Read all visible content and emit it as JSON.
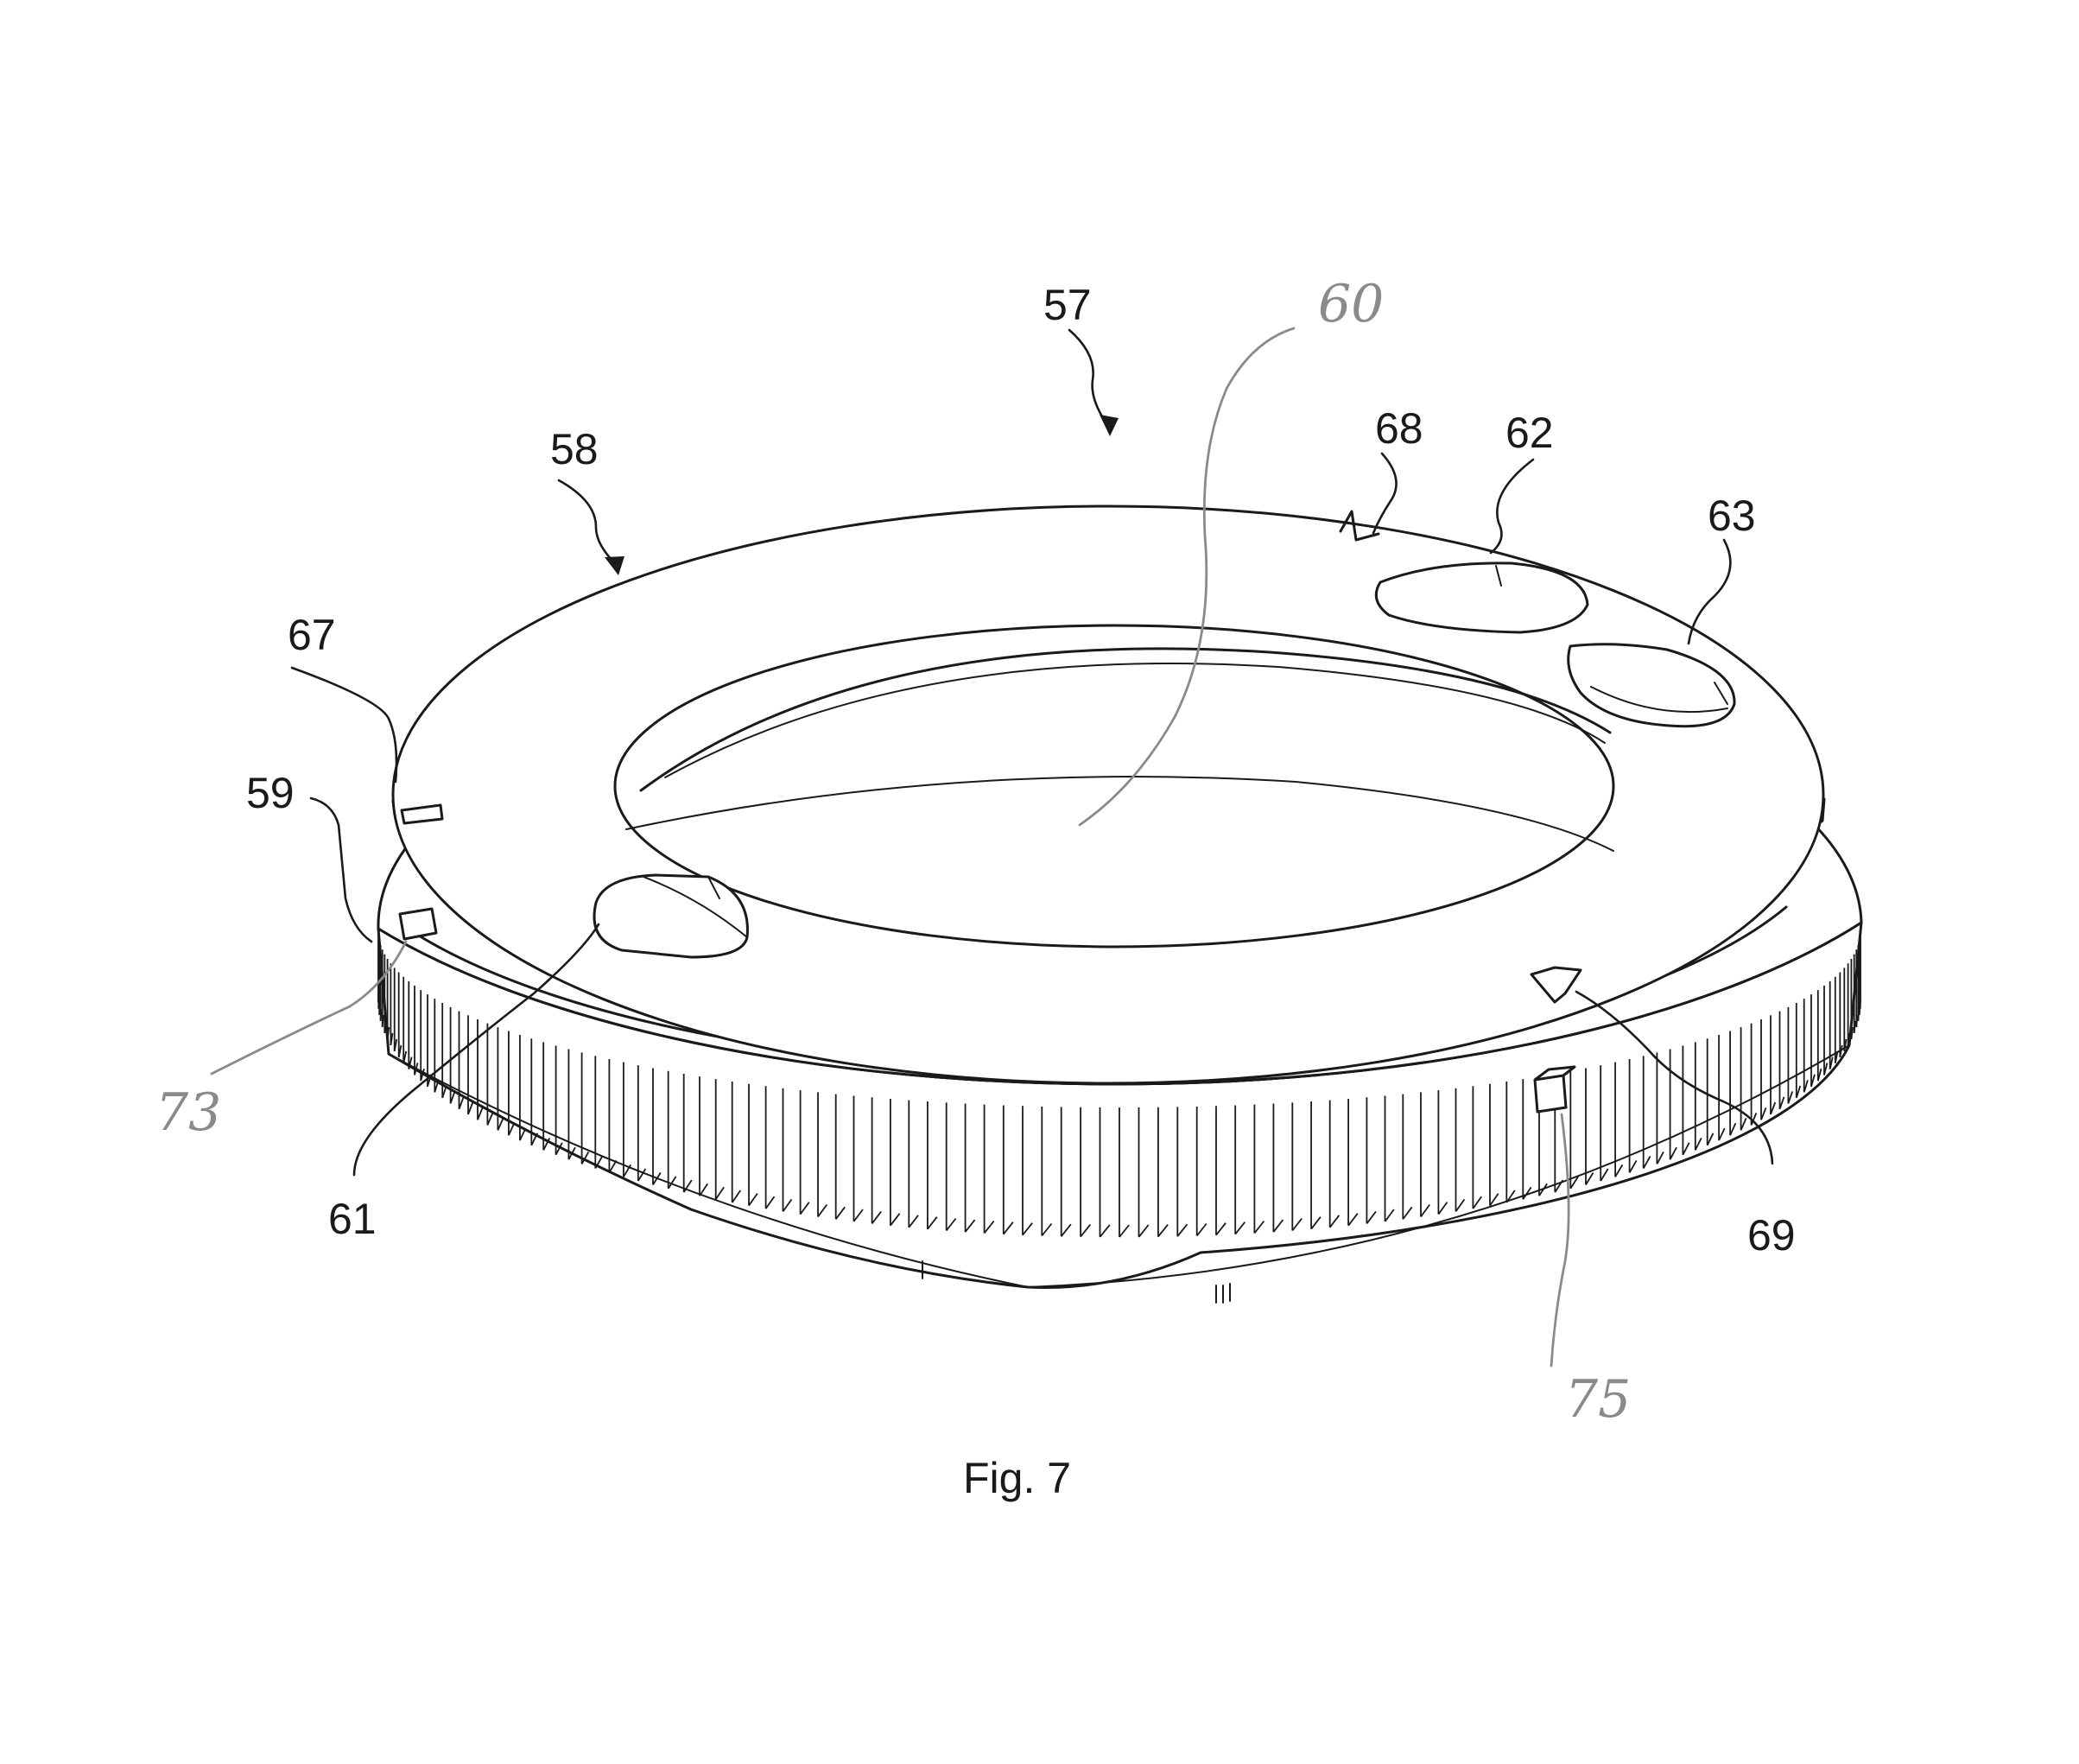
{
  "figure": {
    "caption": "Fig. 7",
    "reference_numerals": {
      "n57": "57",
      "n58": "58",
      "n59": "59",
      "n60": "60",
      "n61": "61",
      "n62": "62",
      "n63": "63",
      "n67": "67",
      "n68": "68",
      "n69": "69",
      "n73": "73",
      "n75": "75"
    },
    "colors": {
      "line": "#1a1a1a",
      "handwritten_annotation": "#8a8a8a",
      "background": "#ffffff"
    }
  }
}
